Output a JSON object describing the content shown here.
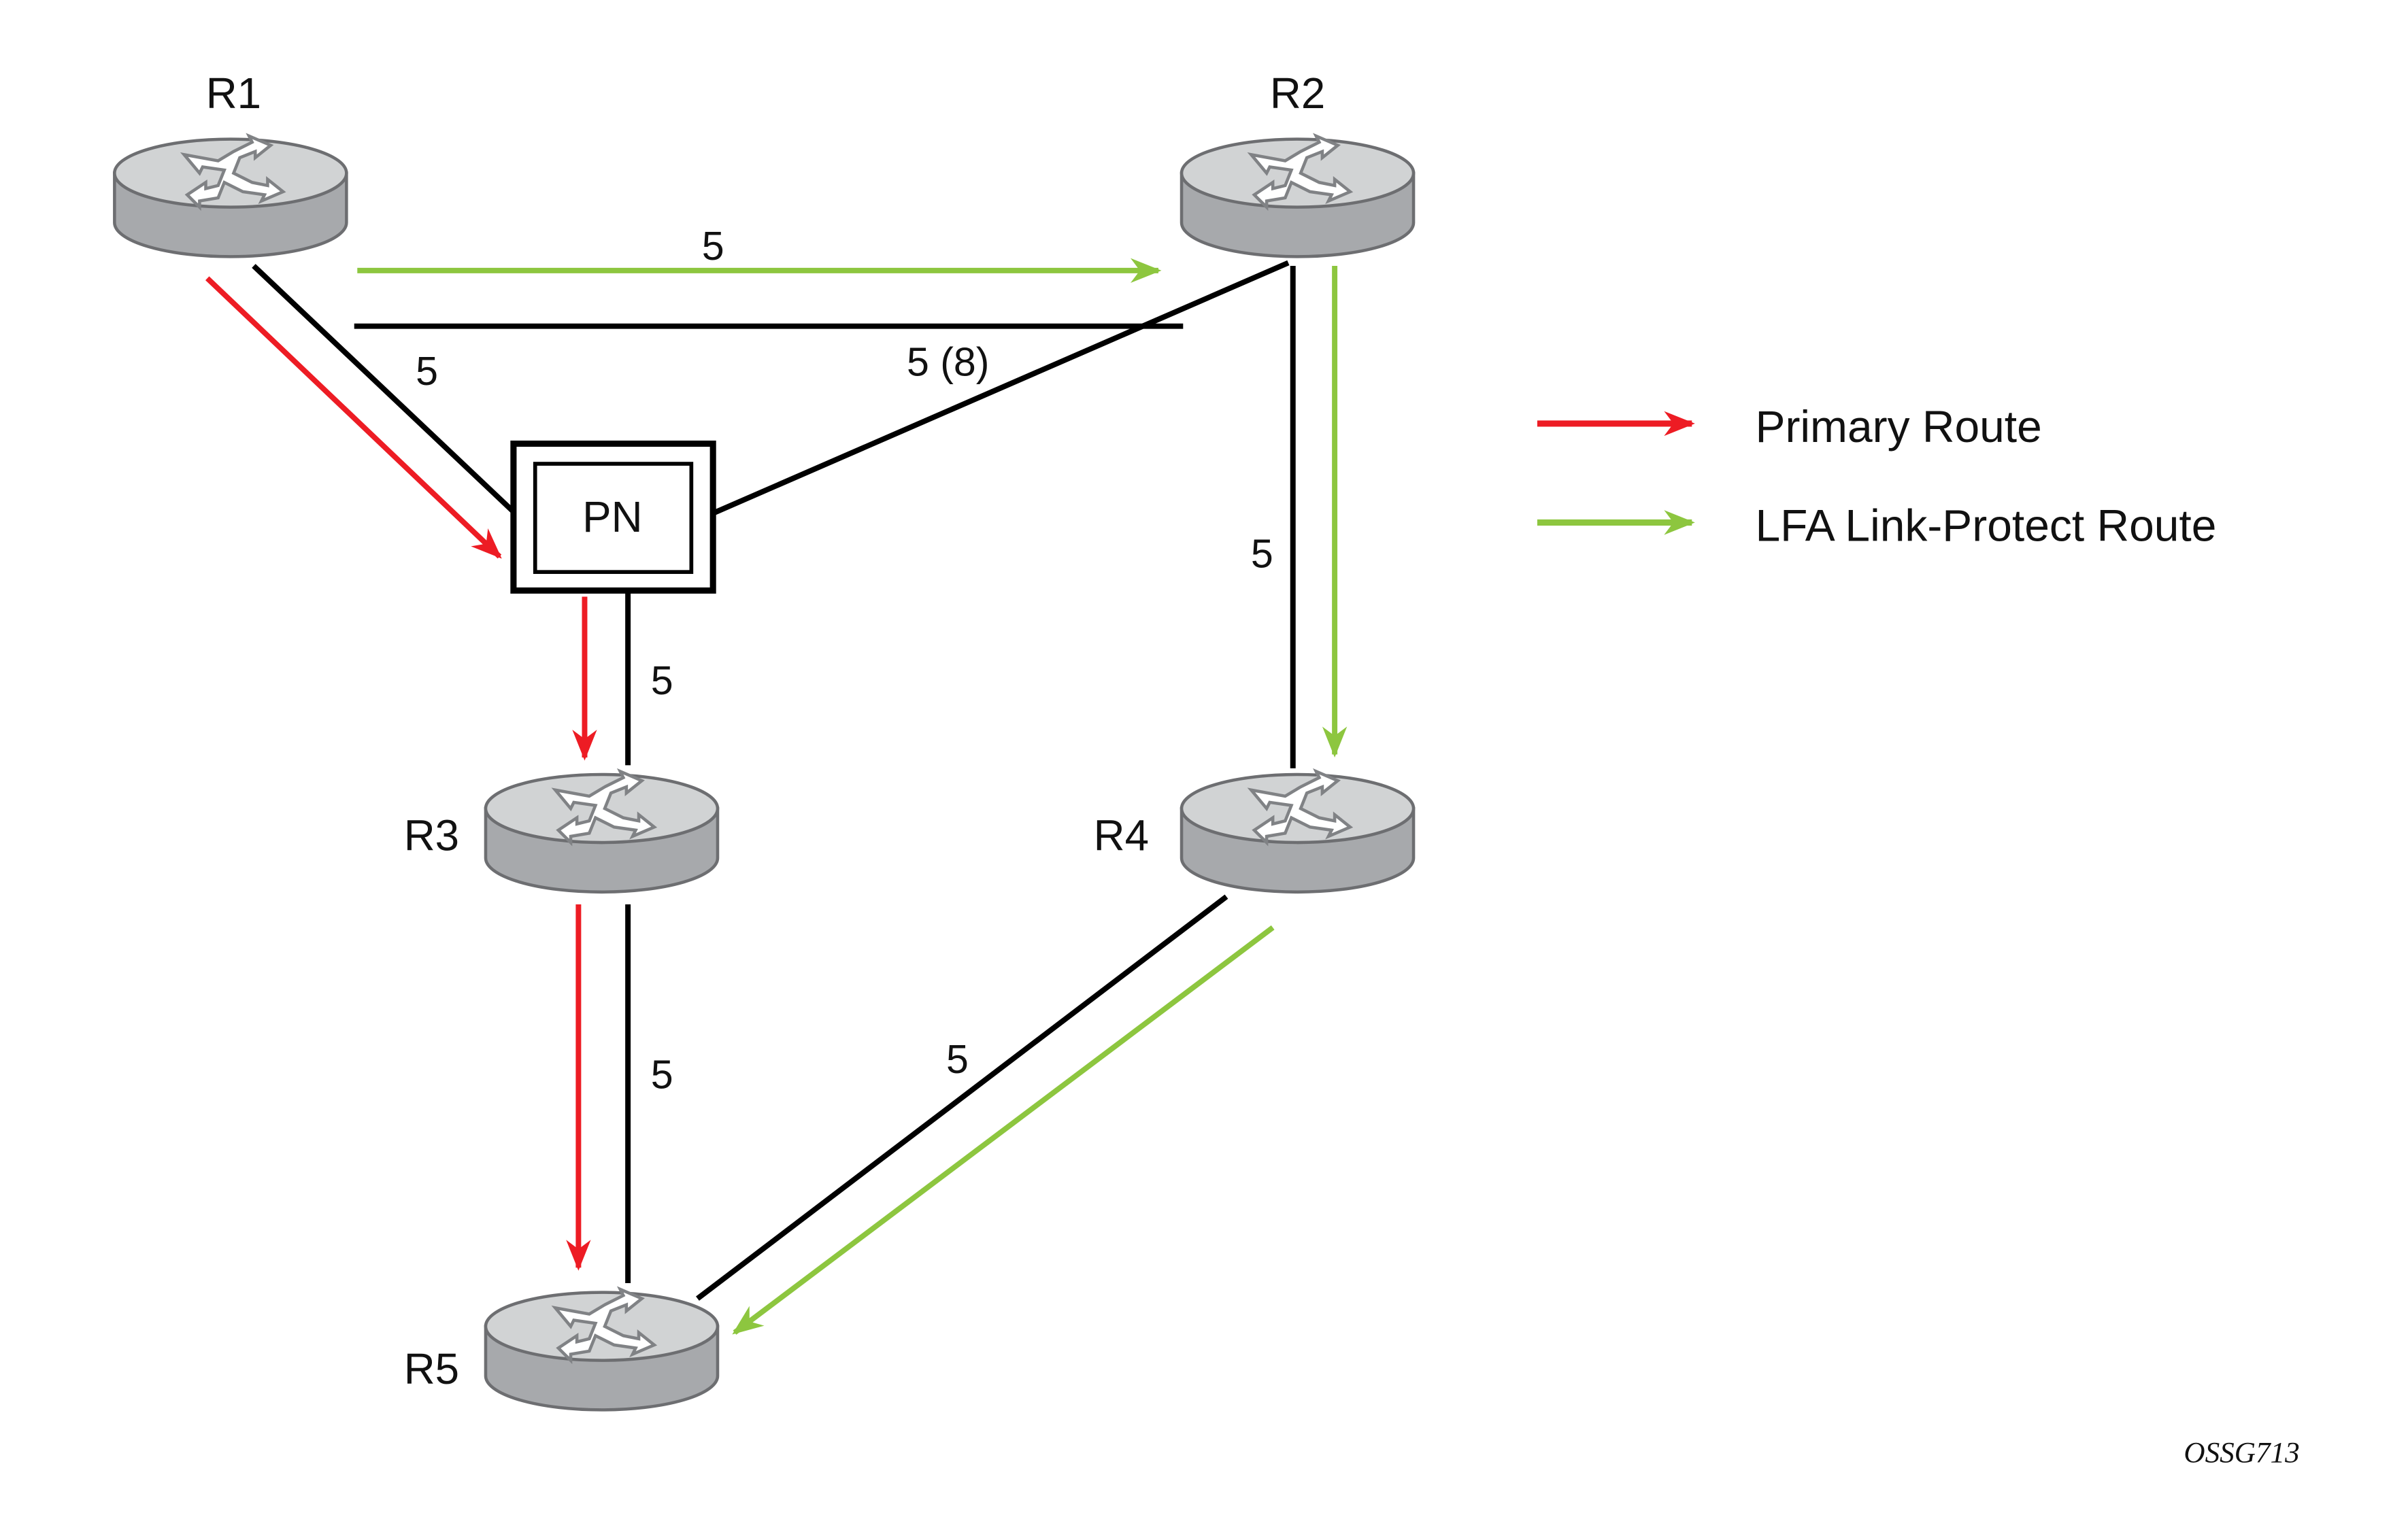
{
  "nodes": [
    {
      "id": "R1",
      "label": "R1",
      "type": "router"
    },
    {
      "id": "R2",
      "label": "R2",
      "type": "router"
    },
    {
      "id": "PN",
      "label": "PN",
      "type": "protected-node"
    },
    {
      "id": "R3",
      "label": "R3",
      "type": "router"
    },
    {
      "id": "R4",
      "label": "R4",
      "type": "router"
    },
    {
      "id": "R5",
      "label": "R5",
      "type": "router"
    }
  ],
  "links": [
    {
      "from": "R1",
      "to": "R2",
      "metric": "5"
    },
    {
      "from": "R1",
      "to": "PN",
      "metric": "5"
    },
    {
      "from": "PN",
      "to": "R2",
      "metric": "5 (8)"
    },
    {
      "from": "R2",
      "to": "R4",
      "metric": "5"
    },
    {
      "from": "PN",
      "to": "R3",
      "metric": "5"
    },
    {
      "from": "R3",
      "to": "R5",
      "metric": "5"
    },
    {
      "from": "R4",
      "to": "R5",
      "metric": "5"
    }
  ],
  "routes": {
    "primary": {
      "hops": [
        "R1",
        "PN",
        "R3",
        "R5"
      ],
      "color": "#ed1c24"
    },
    "lfa": {
      "hops": [
        "R1",
        "R2",
        "R4",
        "R5"
      ],
      "color": "#8dc63f"
    }
  },
  "legend": [
    {
      "label": "Primary Route",
      "color": "#ed1c24"
    },
    {
      "label": "LFA Link-Protect Route",
      "color": "#8dc63f"
    }
  ],
  "figure_id": "OSSG713"
}
